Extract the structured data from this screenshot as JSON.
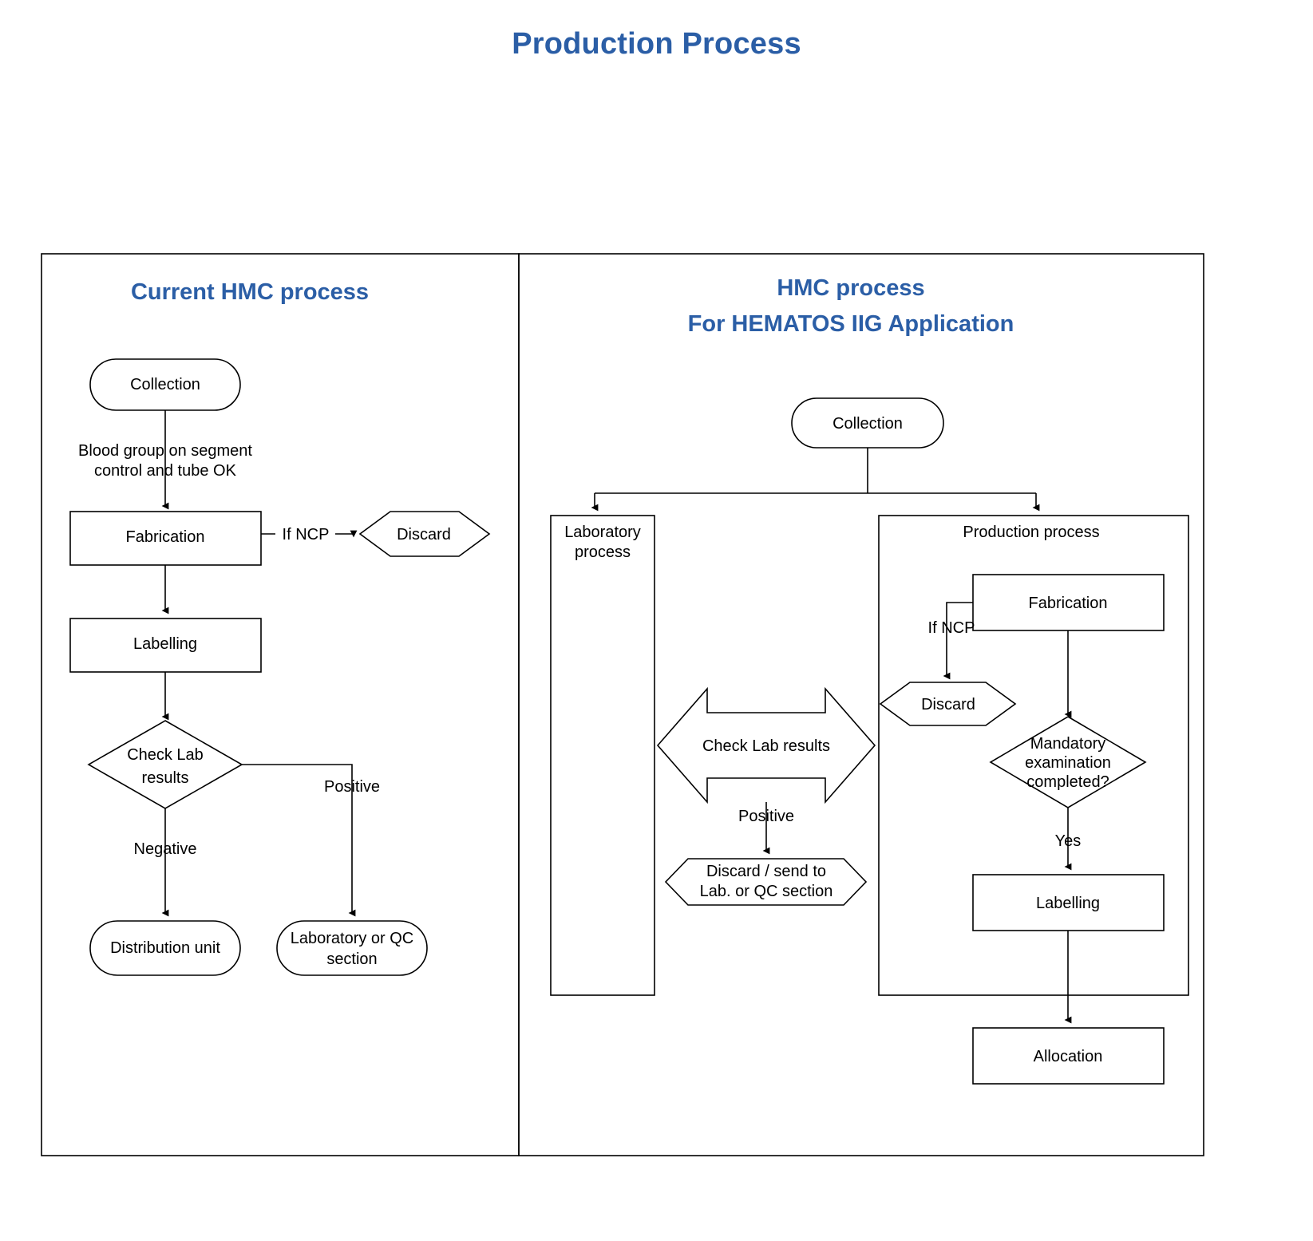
{
  "title": "Production Process",
  "accent_color": "#2B5EA6",
  "line_color": "#000000",
  "background_color": "#FFFFFF",
  "panels": [
    {
      "id": "left-panel",
      "heading": "Current HMC process",
      "nodes": [
        {
          "id": "l-collection",
          "label": "Collection",
          "shape": "stadium"
        },
        {
          "id": "l-fabrication",
          "label": "Fabrication",
          "shape": "rect"
        },
        {
          "id": "l-discard",
          "label": "Discard",
          "shape": "hexagon"
        },
        {
          "id": "l-labelling",
          "label": "Labelling",
          "shape": "rect"
        },
        {
          "id": "l-check-lab",
          "label_line1": "Check Lab",
          "label_line2": "results",
          "shape": "diamond"
        },
        {
          "id": "l-distribution",
          "label": "Distribution unit",
          "shape": "stadium"
        },
        {
          "id": "l-labqc",
          "label_line1": "Laboratory or QC",
          "label_line2": "section",
          "shape": "stadium"
        }
      ],
      "edge_labels": [
        {
          "id": "l-edge-bloodgroup",
          "line1": "Blood group on segment",
          "line2": "control and tube OK"
        },
        {
          "id": "l-edge-ifncp",
          "text": "If NCP"
        },
        {
          "id": "l-edge-positive",
          "text": "Positive"
        },
        {
          "id": "l-edge-negative",
          "text": "Negative"
        }
      ]
    },
    {
      "id": "right-panel",
      "heading_line1": "HMC process",
      "heading_line2": "For HEMATOS IIG Application",
      "nodes": [
        {
          "id": "r-collection",
          "label": "Collection",
          "shape": "stadium"
        },
        {
          "id": "r-lab-process",
          "label_line1": "Laboratory",
          "label_line2": "process",
          "shape": "container-rect"
        },
        {
          "id": "r-prod-process",
          "label": "Production process",
          "shape": "container-rect"
        },
        {
          "id": "r-fabrication",
          "label": "Fabrication",
          "shape": "rect"
        },
        {
          "id": "r-discard",
          "label": "Discard",
          "shape": "hexagon"
        },
        {
          "id": "r-mandatory",
          "label_line1": "Mandatory",
          "label_line2": "examination",
          "label_line3": "completed?",
          "shape": "diamond"
        },
        {
          "id": "r-labelling",
          "label": "Labelling",
          "shape": "rect"
        },
        {
          "id": "r-allocation",
          "label": "Allocation",
          "shape": "rect"
        },
        {
          "id": "r-check-lab",
          "label": "Check Lab results",
          "shape": "double-arrow"
        },
        {
          "id": "r-discard-send",
          "label_line1": "Discard / send to",
          "label_line2": "Lab. or QC section",
          "shape": "hexagon"
        }
      ],
      "edge_labels": [
        {
          "id": "r-edge-ifncp",
          "text": "If NCP"
        },
        {
          "id": "r-edge-yes",
          "text": "Yes"
        },
        {
          "id": "r-edge-positive",
          "text": "Positive"
        }
      ]
    }
  ]
}
